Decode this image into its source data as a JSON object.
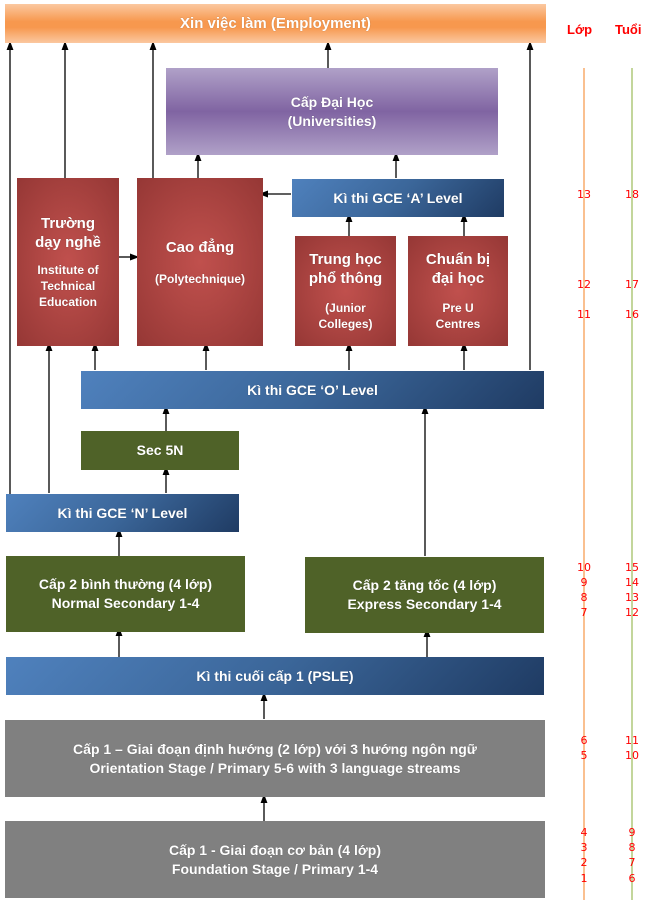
{
  "header": {
    "employment": "Xin việc làm (Employment)",
    "grade_label": "Lớp",
    "age_label": "Tuổi"
  },
  "boxes": {
    "universities": {
      "line1": "Cấp Đại Học",
      "line2": "(Universities)"
    },
    "a_level": "Kì thi GCE ‘A’ Level",
    "ite": {
      "line1": "Trường",
      "line2": "dạy nghề",
      "sub1": "Institute of",
      "sub2": "Technical",
      "sub3": "Education"
    },
    "polytechnic": {
      "line1": "Cao đẳng",
      "sub": "(Polytechnique)"
    },
    "junior_college": {
      "line1": "Trung học",
      "line2": "phổ thông",
      "sub1": "(Junior",
      "sub2": "Colleges)"
    },
    "pre_u": {
      "line1": "Chuẩn bị",
      "line2": "đại học",
      "sub1": "Pre U",
      "sub2": "Centres"
    },
    "o_level": "Kì thi GCE ‘O’ Level",
    "sec5n": "Sec 5N",
    "n_level": "Kì thi GCE ‘N’ Level",
    "normal_secondary": {
      "line1": "Cấp 2 bình thường (4 lớp)",
      "line2": "Normal Secondary 1-4"
    },
    "express_secondary": {
      "line1": "Cấp 2 tăng tốc (4 lớp)",
      "line2": "Express Secondary 1-4"
    },
    "psle": "Kì thi cuối cấp 1 (PSLE)",
    "orientation": {
      "line1": "Cấp 1 – Giai đoạn định hướng (2 lớp) với 3 hướng ngôn ngữ",
      "line2": "Orientation  Stage / Primary 5-6 with 3 language streams"
    },
    "foundation": {
      "line1": "Cấp 1 - Giai đoạn cơ bản (4 lớp)",
      "line2": "Foundation Stage / Primary  1-4"
    }
  },
  "scale": {
    "grades": [
      "13",
      "12",
      "11",
      "10",
      "9",
      "8",
      "7",
      "6",
      "5",
      "4",
      "3",
      "2",
      "1"
    ],
    "ages": [
      "18",
      "17",
      "16",
      "15",
      "14",
      "13",
      "12",
      "11",
      "10",
      "9",
      "8",
      "7",
      "6"
    ]
  },
  "colors": {
    "scale_text": "#ff0000",
    "grade_line": "#fac090",
    "age_line": "#c3d69b"
  }
}
